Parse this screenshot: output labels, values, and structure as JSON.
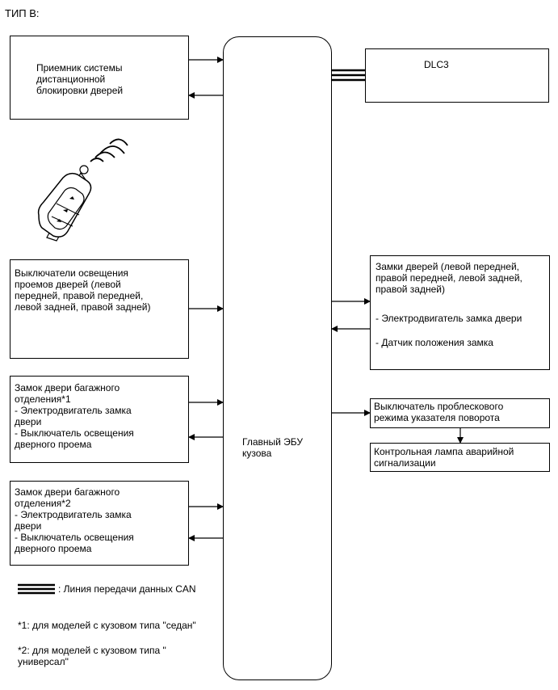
{
  "heading": "ТИП B:",
  "blocks": {
    "receiver": "Приемник системы\nдистанционной\nблокировки дверей",
    "dlc3": "DLC3",
    "courtesy_switches": "Выключатели освещения\nпроемов дверей (левой\nпередней, правой передней,\nлевой задней, правой задней)",
    "door_locks": "Замки дверей (левой передней,\nправой передней, левой задней,\nправой задней)",
    "door_lock_motor": "- Электродвигатель замка двери",
    "lock_position_sensor": "- Датчик положения замка",
    "trunk_lock_1": "Замок двери багажного\nотделения*1\n- Электродвигатель замка\nдвери\n- Выключатель освещения\nдверного проема",
    "trunk_lock_2": "Замок двери багажного\nотделения*2\n- Электродвигатель замка\nдвери\n- Выключатель освещения\nдверного проема",
    "main_ecu": "Главный ЭБУ\nкузова",
    "hazard_switch": "Выключатель проблескового\nрежима указателя поворота",
    "hazard_lamp": "Контрольная лампа аварийной\nсигнализации"
  },
  "legend": {
    "can_label": ": Линия передачи данных CAN"
  },
  "notes": {
    "note1": "*1: для моделей с кузовом типа \"седан\"",
    "note2": "*2: для моделей с кузовом типа \"\nуниверсал\""
  }
}
